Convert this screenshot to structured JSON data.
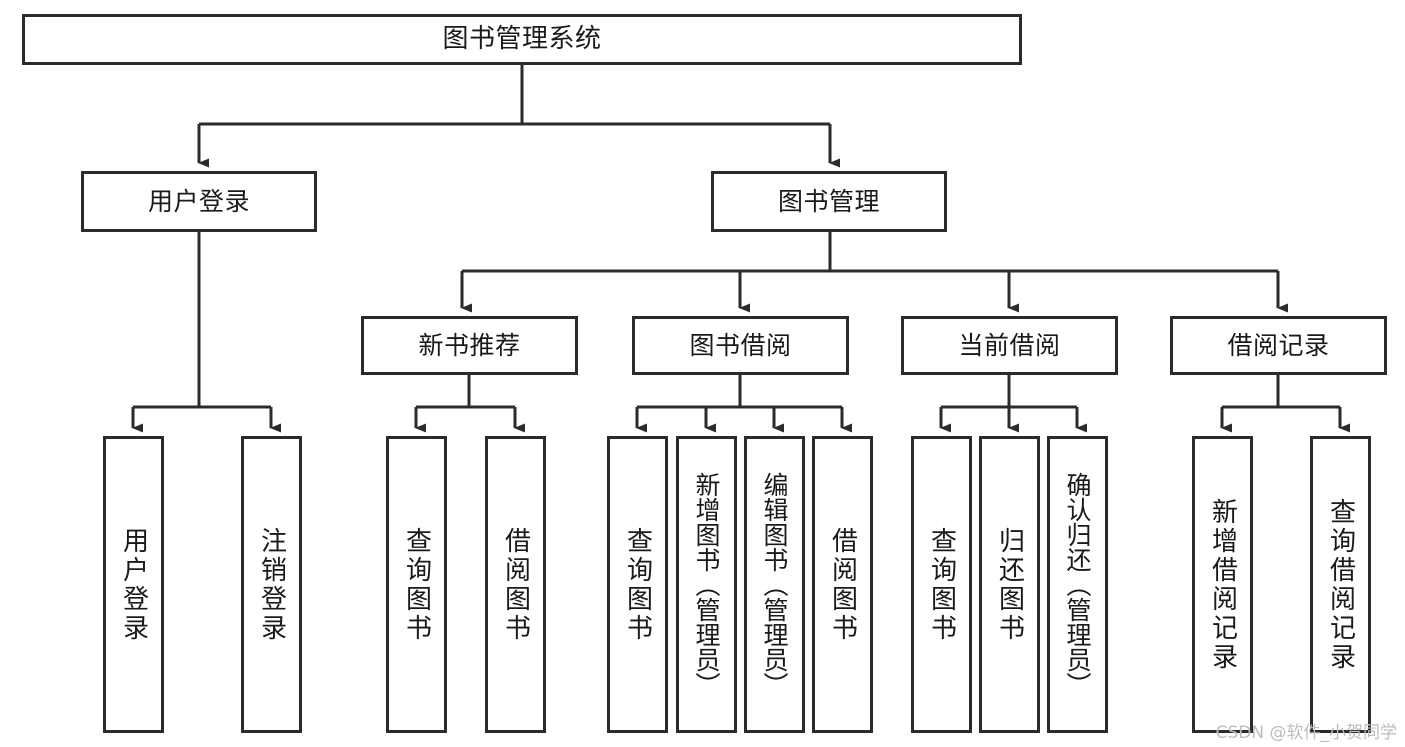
{
  "diagram": {
    "title": "图书管理系统",
    "type": "hierarchy-tree",
    "orientation": "top-down",
    "colors": {
      "box_border": "#2b2b2b",
      "box_fill": "#ffffff",
      "connector": "#2b2b2b",
      "text": "#1a1a1a",
      "watermark": "#bdbdbd",
      "background": "#ffffff"
    },
    "levels": 4
  },
  "nodes": {
    "root": {
      "label": "图书管理系统"
    },
    "level2": [
      {
        "label": "用户登录"
      },
      {
        "label": "图书管理"
      }
    ],
    "level3": [
      {
        "label": "新书推荐"
      },
      {
        "label": "图书借阅"
      },
      {
        "label": "当前借阅"
      },
      {
        "label": "借阅记录"
      }
    ],
    "leaves": {
      "user_login": [
        {
          "label": "用户登录"
        },
        {
          "label": "注销登录"
        }
      ],
      "new_book_recommend": [
        {
          "label": "查询图书"
        },
        {
          "label": "借阅图书"
        }
      ],
      "book_borrow": [
        {
          "label": "查询图书"
        },
        {
          "label": "新增图书（管理员）"
        },
        {
          "label": "编辑图书（管理员）"
        },
        {
          "label": "借阅图书"
        }
      ],
      "current_borrow": [
        {
          "label": "查询图书"
        },
        {
          "label": "归还图书"
        },
        {
          "label": "确认归还（管理员）"
        }
      ],
      "borrow_record": [
        {
          "label": "新增借阅记录"
        },
        {
          "label": "查询借阅记录"
        }
      ]
    }
  },
  "watermark": {
    "text": "CSDN @软件_小贺同学"
  }
}
